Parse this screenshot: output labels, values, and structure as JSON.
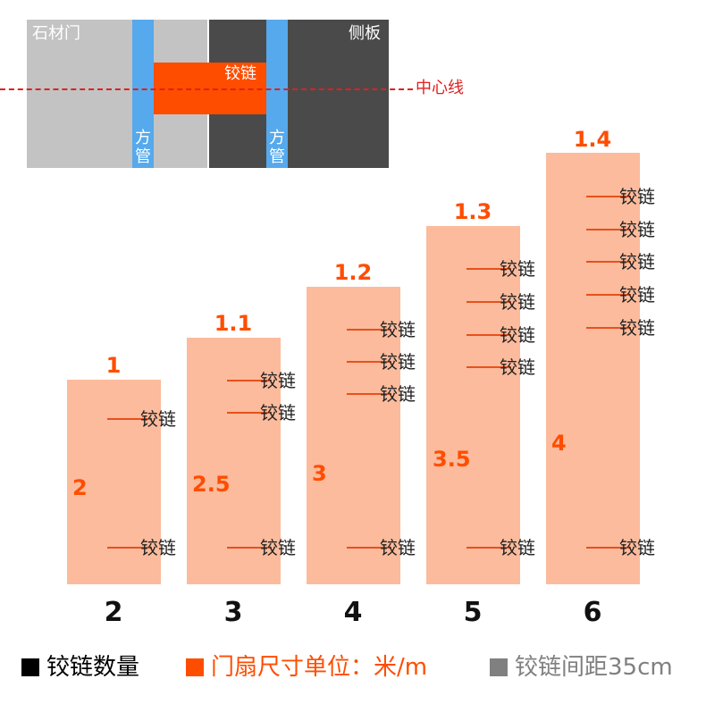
{
  "schematic": {
    "door_label": "石材门",
    "side_label": "侧板",
    "hinge_label": "铰链",
    "tube_label_left": "方管",
    "tube_label_right": "方管",
    "centerline_label": "中心线",
    "colors": {
      "door": "#c3c3c3",
      "side": "#4a4a4a",
      "tube": "#56a9ec",
      "hinge": "#ff4d00",
      "centerline": "#e02020"
    }
  },
  "hinge_word": "铰链",
  "chart_data": {
    "type": "bar",
    "hinge_counts": [
      "2",
      "3",
      "4",
      "5",
      "6"
    ],
    "door_sizes_top": [
      "1",
      "1.1",
      "1.2",
      "1.3",
      "1.4"
    ],
    "door_sizes_mid": [
      "2",
      "2.5",
      "3",
      "3.5",
      "4"
    ],
    "bar_color": "#fbbb9c",
    "size_color": "#ff4d00"
  },
  "legend": {
    "count": "铰链数量",
    "size_unit": "门扇尺寸单位：米/m",
    "spacing": "铰链间距35cm",
    "colors": {
      "count": "#000000",
      "size": "#ff4d00",
      "spacing": "#808080"
    }
  }
}
